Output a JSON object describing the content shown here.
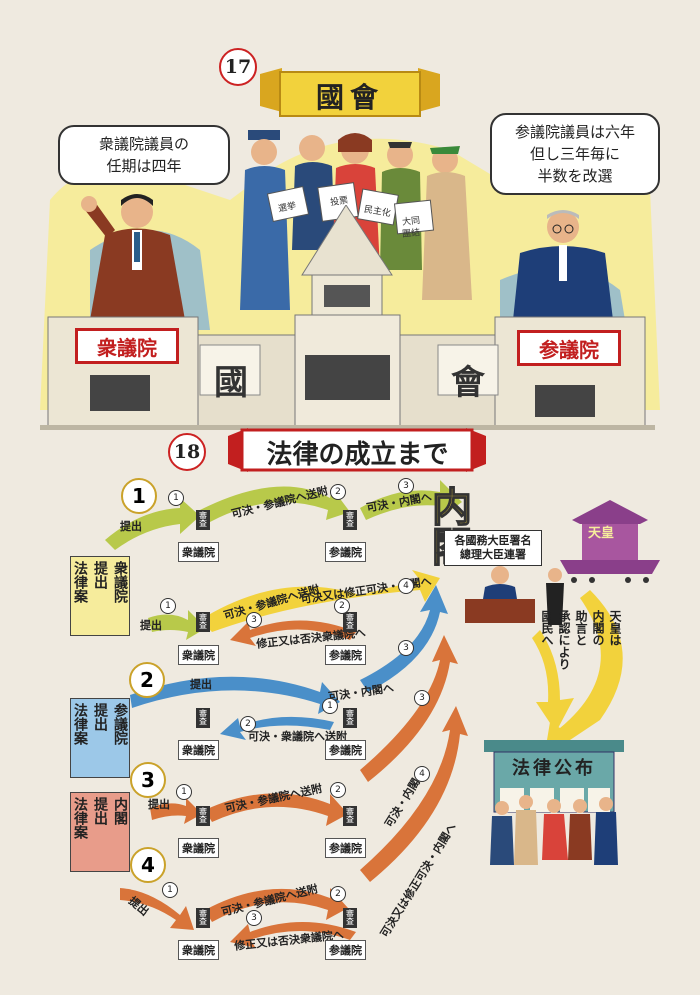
{
  "section17": {
    "number": "17",
    "title": "國會",
    "left_bubble": [
      "衆議院議員の",
      "任期は四年"
    ],
    "right_bubble": [
      "参議院議員は六年",
      "但し三年毎に",
      "半数を改選"
    ],
    "left_chamber_sign": "衆議院",
    "right_chamber_sign": "参議院",
    "building_left_char": "國",
    "building_right_char": "會",
    "placards": [
      "選挙",
      "投票",
      "民主化",
      "大同",
      "團結"
    ]
  },
  "section18": {
    "number": "18",
    "title": "法律の成立まで",
    "cabinet_label": "内閣",
    "cabinet_sign": [
      "各國務大臣署名",
      "總理大臣連署"
    ],
    "emperor_label": "天皇",
    "emperor_arrow_text": [
      "天皇は",
      "内閣の",
      "助言と",
      "承認により",
      "國民へ"
    ],
    "promulgation_sign": "法律公布",
    "left_boxes": [
      {
        "cols": [
          "衆議院",
          "提出",
          "法律案"
        ]
      },
      {
        "cols": [
          "参議院",
          "提出",
          "法律案"
        ]
      },
      {
        "cols": [
          "内閣",
          "提出",
          "法律案"
        ]
      }
    ],
    "routes": [
      {
        "num": "1",
        "submit": "提出",
        "flow1": "可決・参議院へ送附",
        "flow2": "可決・内閣へ",
        "house_left": "衆議院",
        "house_right": "参議院",
        "review": "審査"
      },
      {
        "submit": "提出",
        "flow1": "可決・参議院へ送附",
        "flow2": "可決又は修正可決・内閣へ",
        "flow3": "修正又は否決衆議院へ",
        "house_left": "衆議院",
        "house_right": "参議院",
        "review": "審査"
      },
      {
        "num": "2",
        "submit": "提出",
        "flow1": "可決・内閣へ",
        "flow2": "可決・衆議院へ送附",
        "house_left": "衆議院",
        "house_right": "参議院",
        "review": "審査"
      },
      {
        "num": "3",
        "submit": "提出",
        "flow1": "可決・参議院へ送附",
        "flow2": "可決・内閣へ",
        "house_left": "衆議院",
        "house_right": "参議院",
        "review": "審査"
      },
      {
        "num": "4",
        "submit": "提出",
        "flow1": "可決・参議院へ送附",
        "flow2": "可決又は修正可決・内閣へ",
        "flow3": "修正又は否決衆議院へ",
        "house_left": "衆議院",
        "house_right": "参議院",
        "review": "審査"
      }
    ],
    "circled": [
      "1",
      "2",
      "3",
      "4"
    ]
  },
  "colors": {
    "red": "#c21f1f",
    "yellow": "#f2d23c",
    "blue": "#4a8fc9",
    "orange": "#d9743a",
    "green": "#b8c94a",
    "purple": "#8a3f8a"
  }
}
